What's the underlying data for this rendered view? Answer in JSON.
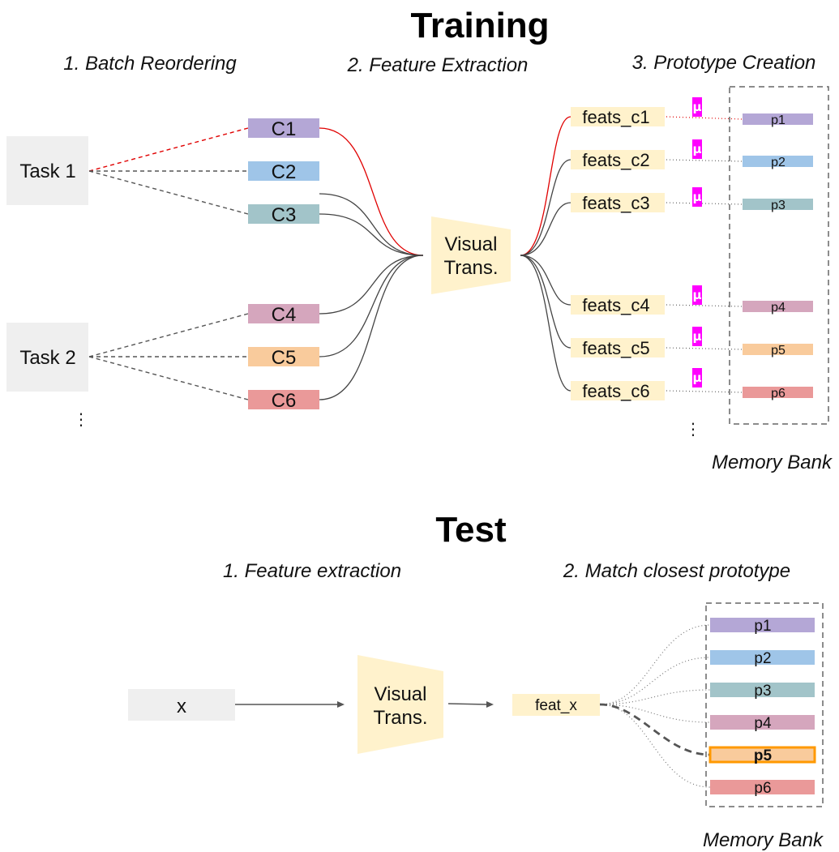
{
  "training": {
    "title": "Training",
    "steps": [
      "1. Batch Reordering",
      "2. Feature Extraction",
      "3. Prototype Creation"
    ],
    "tasks": [
      "Task 1",
      "Task 2"
    ],
    "classes": [
      "C1",
      "C2",
      "C3",
      "C4",
      "C5",
      "C6"
    ],
    "extractor_lines": [
      "Visual",
      "Trans."
    ],
    "features": [
      "feats_c1",
      "feats_c2",
      "feats_c3",
      "feats_c4",
      "feats_c5",
      "feats_c6"
    ],
    "mean_symbol": "μ",
    "prototypes": [
      "p1",
      "p2",
      "p3",
      "p4",
      "p5",
      "p6"
    ],
    "memory_bank": "Memory Bank",
    "ellipsis": "⋮"
  },
  "test": {
    "title": "Test",
    "steps": [
      "1. Feature extraction",
      "2. Match closest prototype"
    ],
    "input": "x",
    "extractor_lines": [
      "Visual",
      "Trans."
    ],
    "feature": "feat_x",
    "prototypes": [
      "p1",
      "p2",
      "p3",
      "p4",
      "p5",
      "p6"
    ],
    "matched": "p5",
    "memory_bank": "Memory Bank"
  },
  "colors": {
    "c1": "#b4a7d6",
    "c2": "#9fc5e8",
    "c3": "#a2c4c9",
    "c4": "#d5a6bd",
    "c5": "#f9cb9c",
    "c6": "#ea9999",
    "task_bg": "#efefef",
    "feat_bg": "#fff2cc",
    "mu": "#ff00ff",
    "highlight": "#ff7f00",
    "red_path": "#e00000"
  }
}
